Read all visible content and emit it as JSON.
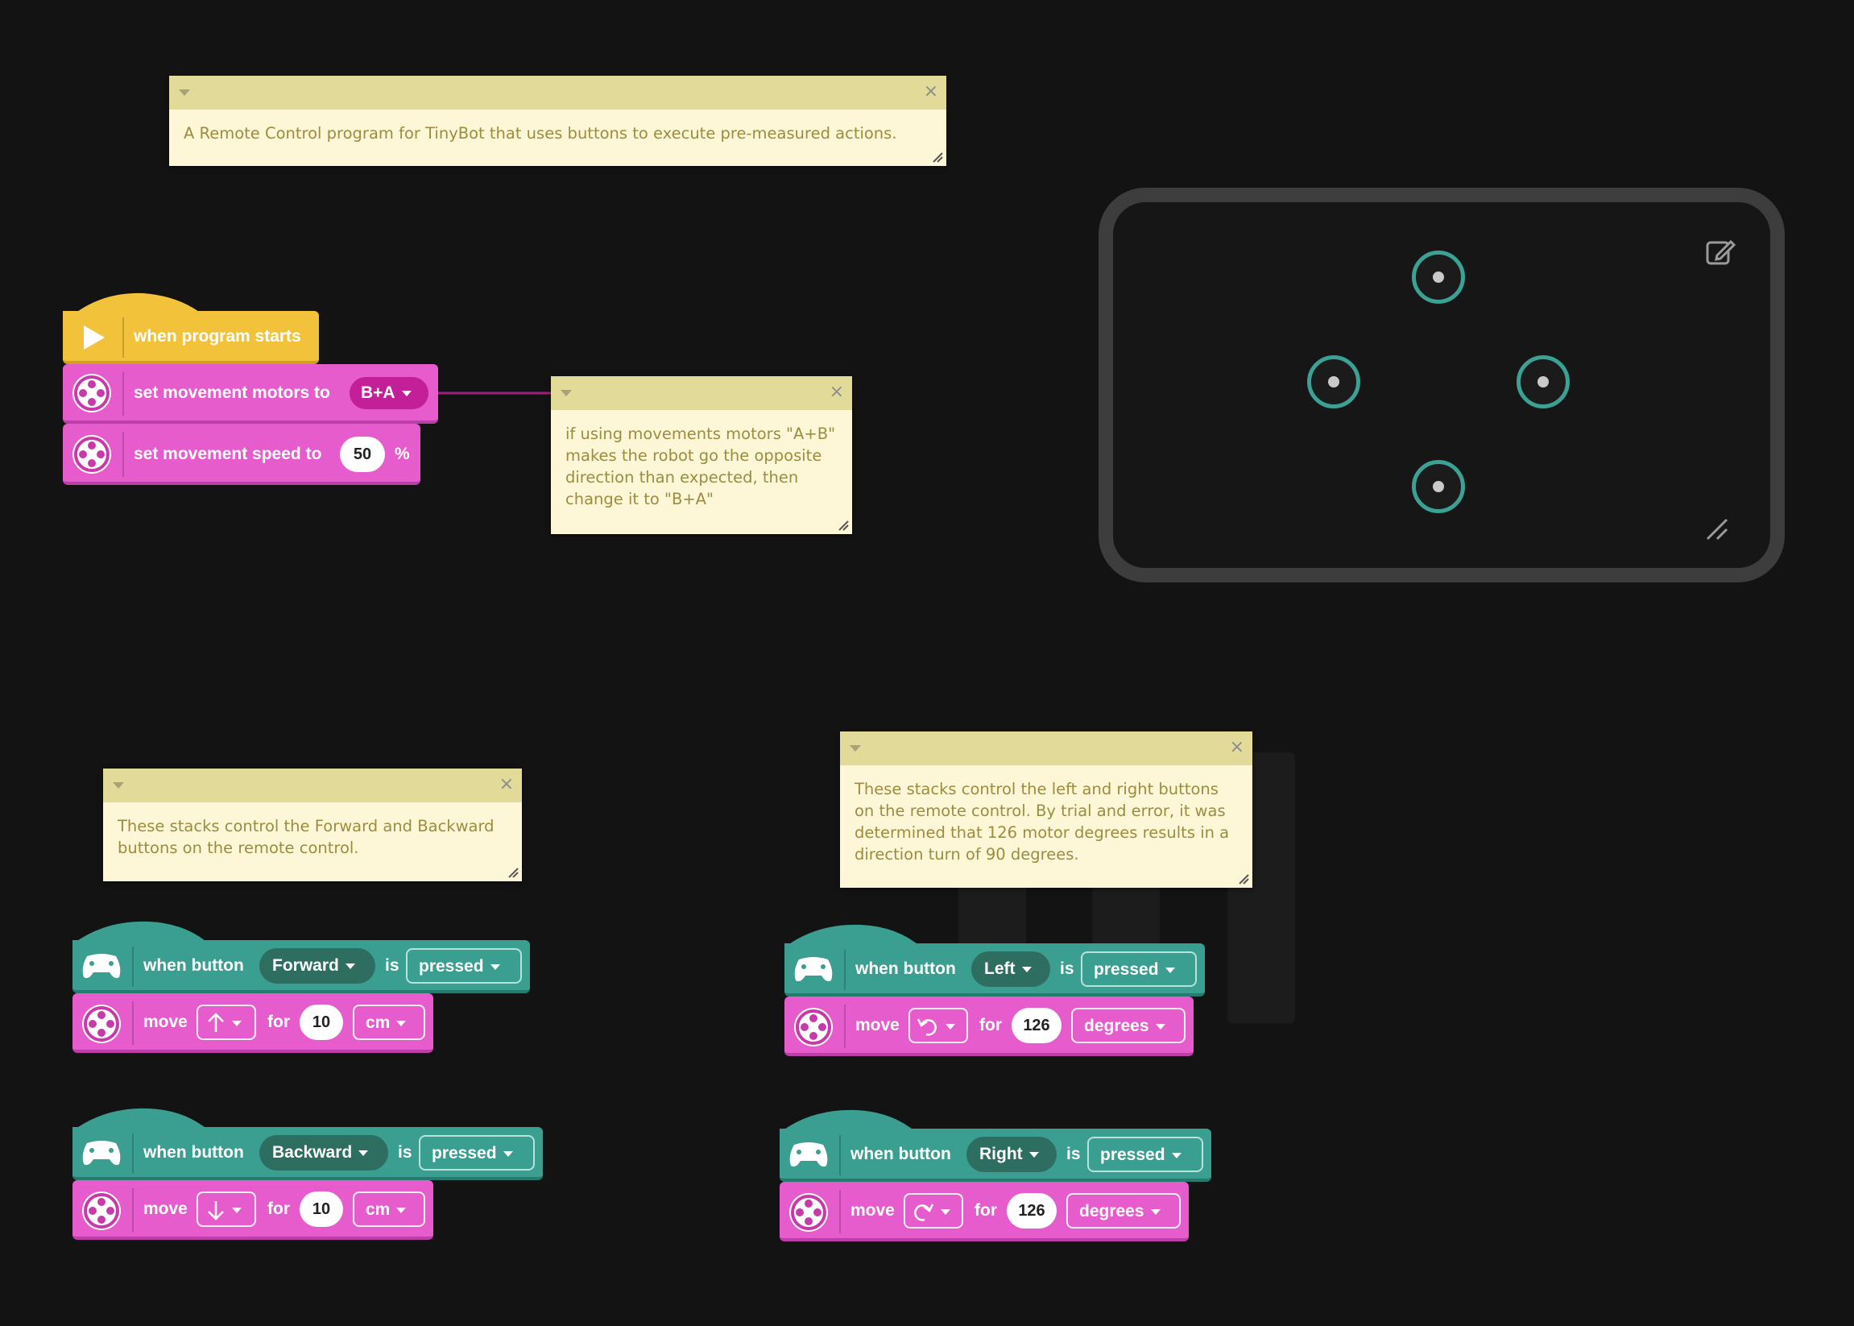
{
  "notes": {
    "title_note": "A Remote Control program for TinyBot that uses buttons to execute pre-measured actions.",
    "motors_note": "if using movements motors \"A+B\" makes the robot go the opposite direction than expected, then change it to \"B+A\"",
    "fwd_back_note": "These stacks control the Forward and Backward buttons on the remote control.",
    "left_right_note": "These stacks control the left and right buttons on the remote control. By trial and error, it was determined that 126 motor degrees results in a direction turn of 90 degrees.",
    "close_glyph": "×"
  },
  "start_stack": {
    "hat_label": "when program starts",
    "motors_label": "set movement motors to",
    "motors_value": "B+A",
    "speed_label": "set movement speed to",
    "speed_value": "50",
    "speed_unit": "%"
  },
  "stacks": {
    "forward": {
      "when": "when button",
      "button": "Forward",
      "is": "is",
      "state": "pressed",
      "move": "move",
      "for": "for",
      "amount": "10",
      "unit": "cm"
    },
    "backward": {
      "when": "when button",
      "button": "Backward",
      "is": "is",
      "state": "pressed",
      "move": "move",
      "for": "for",
      "amount": "10",
      "unit": "cm"
    },
    "left": {
      "when": "when button",
      "button": "Left",
      "is": "is",
      "state": "pressed",
      "move": "move",
      "for": "for",
      "amount": "126",
      "unit": "degrees"
    },
    "right": {
      "when": "when button",
      "button": "Right",
      "is": "is",
      "state": "pressed",
      "move": "move",
      "for": "for",
      "amount": "126",
      "unit": "degrees"
    }
  },
  "colors": {
    "pink_block": "#e75ccd",
    "teal_block": "#3a9e91",
    "yellow_block": "#f2c33a",
    "note_bg": "#fdf7d7",
    "remote_ring": "#3aa194"
  }
}
